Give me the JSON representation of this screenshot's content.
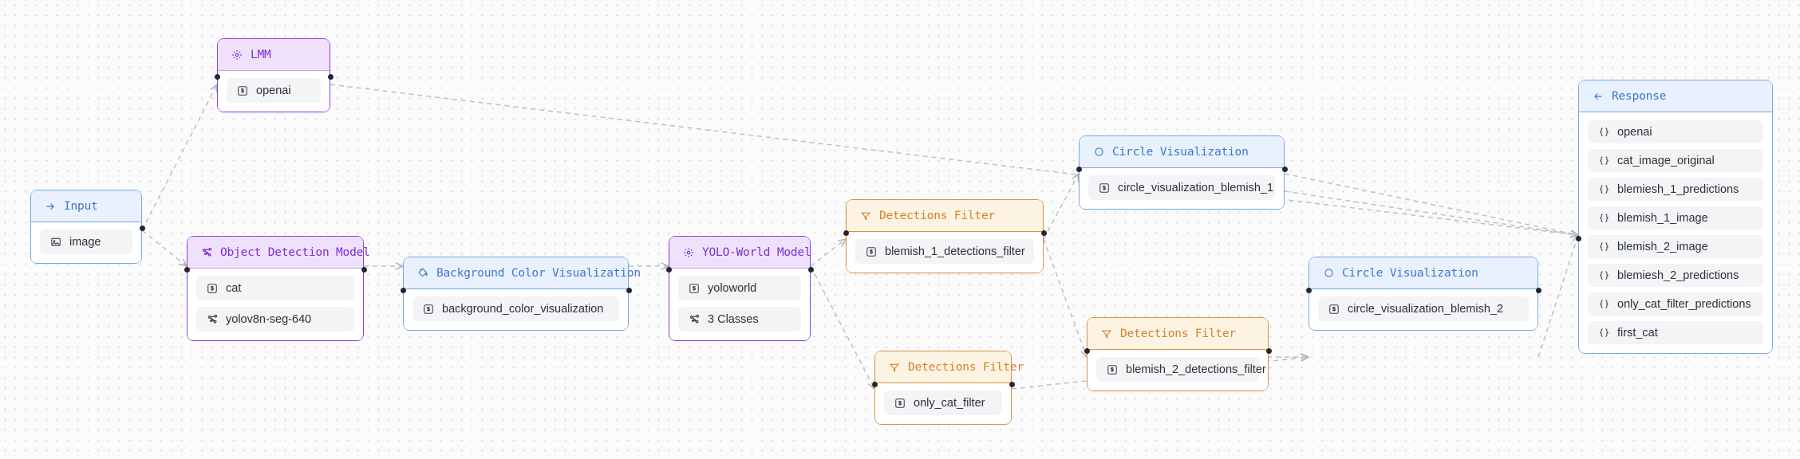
{
  "canvas": {
    "background_color": "#fbfbfc",
    "grid_dot_color": "#d4d6dd",
    "edge_color": "#b9bcc4"
  },
  "theme_colors": {
    "purple_border": "#8b3fe0",
    "purple_header_bg": "#efe1fb",
    "purple_text": "#7b2fd0",
    "blue_border": "#7aa7e0",
    "blue_header_bg": "#e8f1fd",
    "blue_text": "#3f76c9",
    "orange_border": "#d9913f",
    "orange_header_bg": "#fdf3e2",
    "orange_text": "#d2822a",
    "row_bg": "#f3f4f6",
    "row_text": "#2c3038"
  },
  "nodes": {
    "lmm": {
      "title": "LMM",
      "header_icon": "gear-icon",
      "rows": [
        {
          "label": "openai",
          "icon": "dollar-box-icon"
        }
      ]
    },
    "input": {
      "title": "Input",
      "header_icon": "arrow-right-icon",
      "rows": [
        {
          "label": "image",
          "icon": "image-icon"
        }
      ]
    },
    "object_detection_model": {
      "title": "Object Detection Model",
      "header_icon": "network-nodes-icon",
      "rows": [
        {
          "label": "cat",
          "icon": "dollar-box-icon"
        },
        {
          "label": "yolov8n-seg-640",
          "icon": "network-nodes-icon"
        }
      ]
    },
    "background_color_visualization": {
      "title": "Background Color Visualization",
      "header_icon": "paint-bucket-icon",
      "rows": [
        {
          "label": "background_color_visualization",
          "icon": "dollar-box-icon"
        }
      ]
    },
    "yolo_world_model": {
      "title": "YOLO-World Model",
      "header_icon": "gear-icon",
      "rows": [
        {
          "label": "yoloworld",
          "icon": "dollar-box-icon"
        },
        {
          "label": "3 Classes",
          "icon": "network-nodes-icon"
        }
      ]
    },
    "detections_filter_blemish_1": {
      "title": "Detections Filter",
      "header_icon": "funnel-icon",
      "rows": [
        {
          "label": "blemish_1_detections_filter",
          "icon": "dollar-box-icon"
        }
      ]
    },
    "detections_filter_blemish_2": {
      "title": "Detections Filter",
      "header_icon": "funnel-icon",
      "rows": [
        {
          "label": "blemish_2_detections_filter",
          "icon": "dollar-box-icon"
        }
      ]
    },
    "detections_filter_only_cat": {
      "title": "Detections Filter",
      "header_icon": "funnel-icon",
      "rows": [
        {
          "label": "only_cat_filter",
          "icon": "dollar-box-icon"
        }
      ]
    },
    "circle_visualization_1": {
      "title": "Circle Visualization",
      "header_icon": "circle-icon",
      "rows": [
        {
          "label": "circle_visualization_blemish_1",
          "icon": "dollar-box-icon"
        }
      ]
    },
    "circle_visualization_2": {
      "title": "Circle Visualization",
      "header_icon": "circle-icon",
      "rows": [
        {
          "label": "circle_visualization_blemish_2",
          "icon": "dollar-box-icon"
        }
      ]
    },
    "response": {
      "title": "Response",
      "header_icon": "arrow-left-icon",
      "rows": [
        {
          "label": "openai",
          "icon": "braces-icon"
        },
        {
          "label": "cat_image_original",
          "icon": "braces-icon"
        },
        {
          "label": "blemiesh_1_predictions",
          "icon": "braces-icon"
        },
        {
          "label": "blemish_1_image",
          "icon": "braces-icon"
        },
        {
          "label": "blemish_2_image",
          "icon": "braces-icon"
        },
        {
          "label": "blemiesh_2_predictions",
          "icon": "braces-icon"
        },
        {
          "label": "only_cat_filter_predictions",
          "icon": "braces-icon"
        },
        {
          "label": "first_cat",
          "icon": "braces-icon"
        }
      ]
    }
  }
}
